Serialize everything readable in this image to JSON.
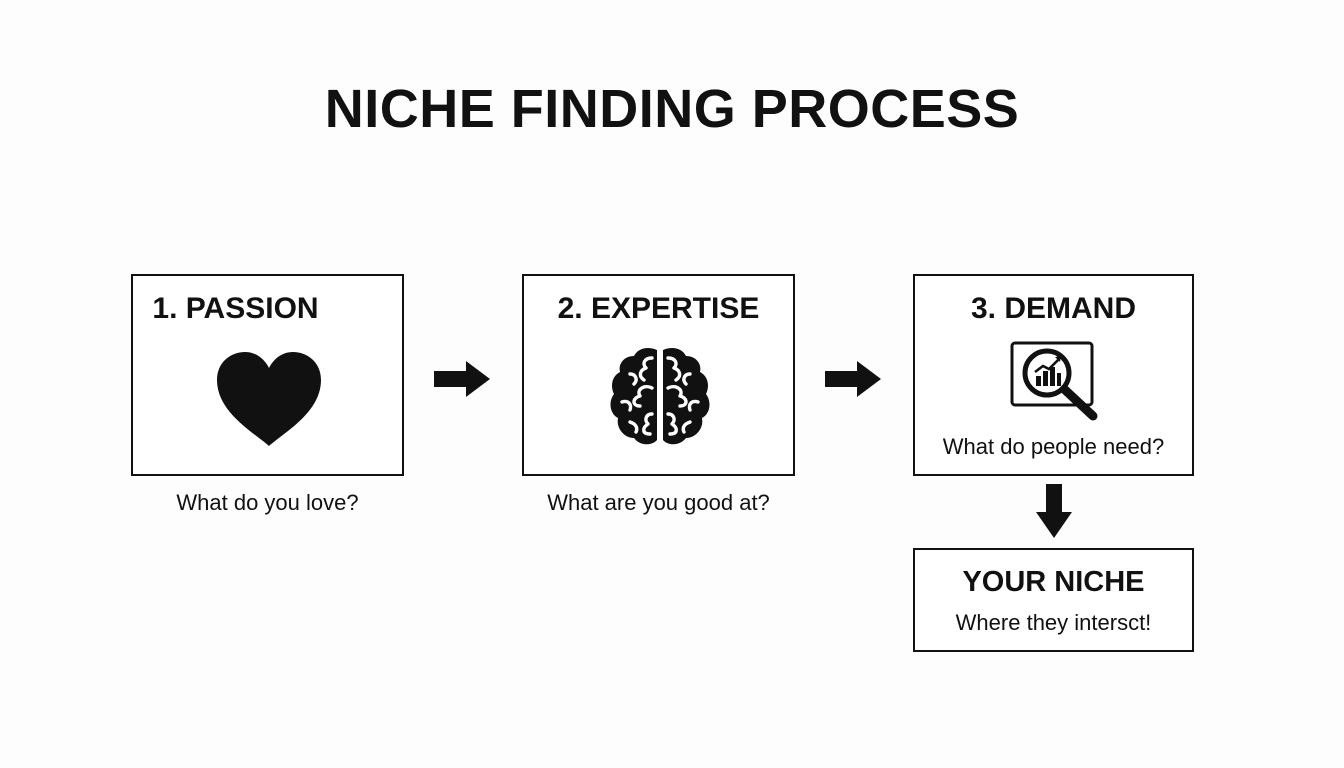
{
  "title": "NICHE FINDING PROCESS",
  "steps": [
    {
      "label": "1. PASSION",
      "caption": "What do you love?",
      "icon": "heart-icon"
    },
    {
      "label": "2. EXPERTISE",
      "caption": "What are you good at?",
      "icon": "brain-icon"
    },
    {
      "label": "3. DEMAND",
      "caption": "What do people need?",
      "icon": "magnifier-chart-icon"
    }
  ],
  "result": {
    "label": "YOUR NICHE",
    "caption": "Where they intersct!"
  },
  "colors": {
    "ink": "#111111",
    "background": "#fdfdfd"
  }
}
